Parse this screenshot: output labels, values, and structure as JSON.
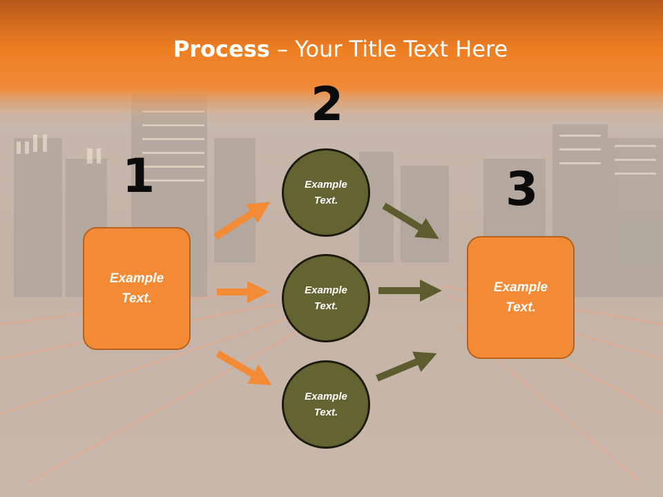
{
  "slide": {
    "title_bold": "Process",
    "title_rest": " – Your Title Text Here",
    "steps": [
      {
        "number": "1",
        "text": "Example\nText."
      },
      {
        "number": "2",
        "text": "Example\nText."
      },
      {
        "number": "3",
        "text": "Example\nText."
      }
    ],
    "circles": [
      {
        "text": "Example\nText."
      },
      {
        "text": "Example\nText."
      },
      {
        "text": "Example\nText."
      }
    ]
  },
  "colors": {
    "header_orange": "#f0801f",
    "box_fill": "#f28a36",
    "circle_fill": "#646432",
    "arrow_left": "#f28a36",
    "arrow_right": "#5c5c2e"
  }
}
